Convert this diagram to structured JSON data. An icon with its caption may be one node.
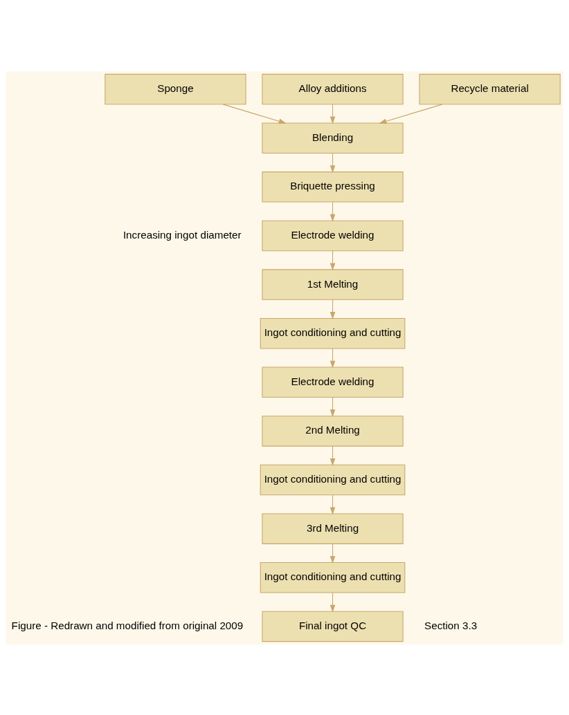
{
  "diagram": {
    "nodes": [
      {
        "text": [
          "Sponge"
        ]
      },
      {
        "text": [
          "Alloy additions"
        ]
      },
      {
        "text": [
          "Recycle material"
        ]
      },
      {
        "text": [
          "Blending"
        ]
      },
      {
        "text": [
          "Briquette pressing"
        ]
      },
      {
        "text": [
          "Electrode welding"
        ]
      },
      {
        "text": [
          "1st Melting"
        ]
      },
      {
        "text": [
          "Ingot conditioning and cutting"
        ]
      },
      {
        "text": [
          "Electrode welding"
        ]
      },
      {
        "text": [
          "2nd Melting"
        ]
      },
      {
        "text": [
          "Ingot conditioning and cutting"
        ]
      },
      {
        "text": [
          "3rd Melting"
        ]
      },
      {
        "text": [
          "Ingot conditioning and cutting"
        ]
      },
      {
        "text": [
          "Final ingot QC"
        ],
        "beside": [
          "Section 3.3"
        ]
      }
    ],
    "edges": [
      {
        "from": 0,
        "to": 3,
        "arrow": "to"
      },
      {
        "from": 1,
        "to": 3,
        "arrow": "to"
      },
      {
        "from": 2,
        "to": 3,
        "arrow": "to"
      },
      {
        "from": 3,
        "to": 4,
        "arrow": "to"
      },
      {
        "from": 4,
        "to": 5,
        "arrow": "to"
      },
      {
        "from": 5,
        "to": 6,
        "arrow": "to"
      },
      {
        "from": 6,
        "to": 7,
        "arrow": "to"
      },
      {
        "from": 7,
        "to": 8,
        "arrow": "to"
      },
      {
        "from": 8,
        "to": 9,
        "arrow": "to"
      },
      {
        "from": 9,
        "to": 10,
        "arrow": "to"
      },
      {
        "from": 10,
        "to": 11,
        "arrow": "to"
      },
      {
        "from": 11,
        "to": 12,
        "arrow": "to"
      },
      {
        "from": 12,
        "to": 13,
        "arrow": "to"
      }
    ],
    "labels": [
      "Figure - Redrawn and modified from original 2009",
      "Increasing ingot diameter"
    ]
  }
}
